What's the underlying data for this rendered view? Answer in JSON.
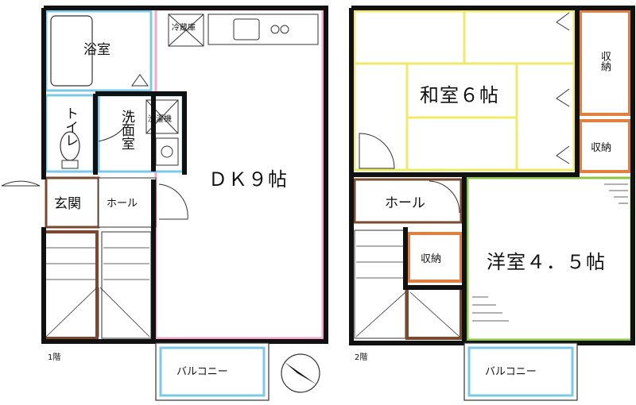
{
  "floor1": {
    "floor_label": "1階",
    "bath": "浴室",
    "toilet": "トイレ",
    "washroom": "洗面室",
    "washing_machine": "洗濯機",
    "fridge": "冷蔵庫",
    "entrance": "玄関",
    "hall": "ホール",
    "dk": "ＤＫ９帖",
    "balcony": "バルコニー"
  },
  "floor2": {
    "floor_label": "2階",
    "washitsu": "和室６帖",
    "storage_top": "収納",
    "storage_mid": "収納",
    "storage_stair": "収納",
    "hall": "ホール",
    "youshitsu": "洋室４．５帖",
    "balcony": "バルコニー"
  },
  "colors": {
    "wall": "#111111",
    "bath_blue": "#7cc8e8",
    "dk_pink": "#f0a8c8",
    "stair_brown": "#7a4a30",
    "washitsu_yellow": "#f0ea6a",
    "storage_orange": "#e08040",
    "youshitsu_green": "#8cc63f"
  },
  "compass": "north-arrow-icon"
}
